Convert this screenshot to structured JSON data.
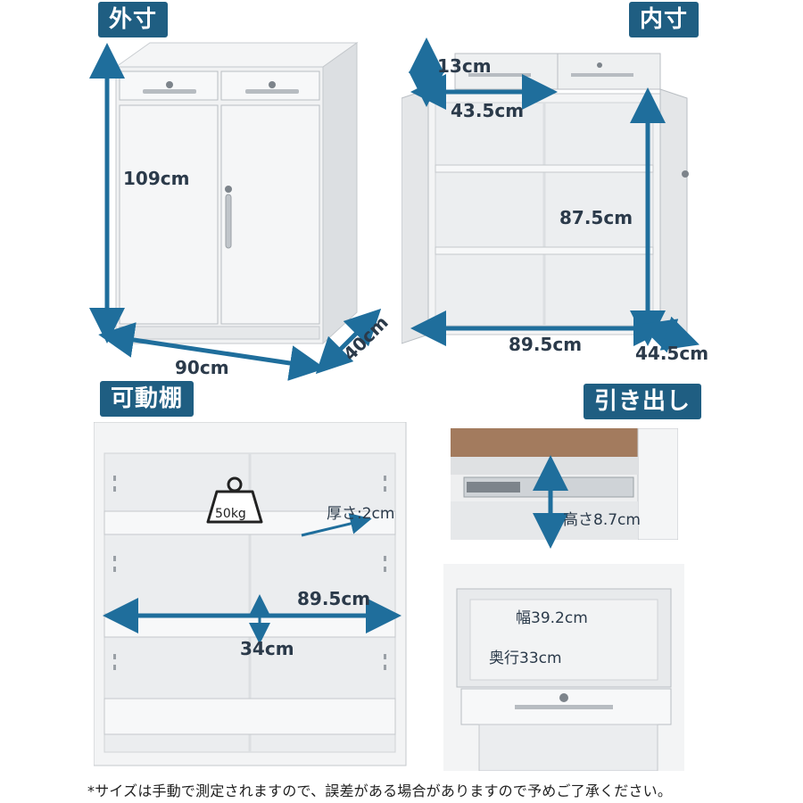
{
  "sections": {
    "outer": {
      "tag": "外寸",
      "height": "109cm",
      "width": "90cm",
      "depth": "40cm"
    },
    "inner": {
      "tag": "内寸",
      "drawer_height": "13cm",
      "drawer_width": "43.5cm",
      "inner_height": "87.5cm",
      "inner_width": "89.5cm",
      "inner_depth": "44.5cm"
    },
    "shelf": {
      "tag": "可動棚",
      "weight": "50kg",
      "thickness": "厚さ:2cm",
      "width": "89.5cm",
      "spacing": "34cm"
    },
    "drawer": {
      "tag": "引き出し",
      "height": "高さ8.7cm",
      "width": "幅39.2cm",
      "depth": "奥行33cm"
    }
  },
  "footer_note": "*サイズは手動で測定されますので、誤差がある場合がありますので予めご了承ください。",
  "colors": {
    "tag_bg": "#1f5e82",
    "arrow": "#1f6e9c",
    "text": "#2b3a4a"
  }
}
